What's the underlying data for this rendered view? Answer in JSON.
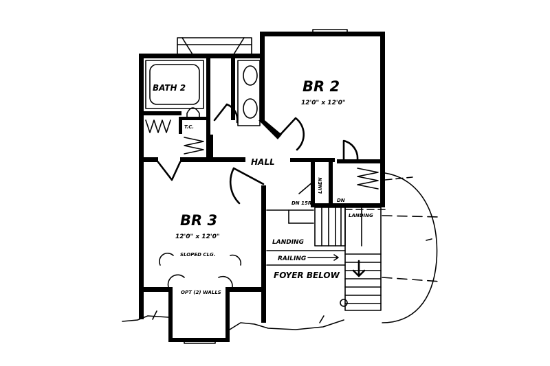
{
  "rooms": {
    "bath2": {
      "label": "BATH 2"
    },
    "br2": {
      "label": "BR 2",
      "size": "12'0\" x 12'0\""
    },
    "br3": {
      "label": "BR 3",
      "size": "12'0\" x 12'0\""
    },
    "hall": {
      "label": "HALL"
    },
    "tc": {
      "label": "T.C."
    },
    "linen": {
      "label": "LINEN"
    },
    "dn": {
      "label": "DN"
    },
    "dn_lower": {
      "label": "DN 15R"
    }
  },
  "annotations": {
    "landing_top": "LANDING",
    "landing": "LANDING",
    "railing": "RAILING",
    "foyer_below": "FOYER BELOW",
    "sloped_clg": "SLOPED CLG.",
    "opt_walls": "OPT (2) WALLS"
  }
}
